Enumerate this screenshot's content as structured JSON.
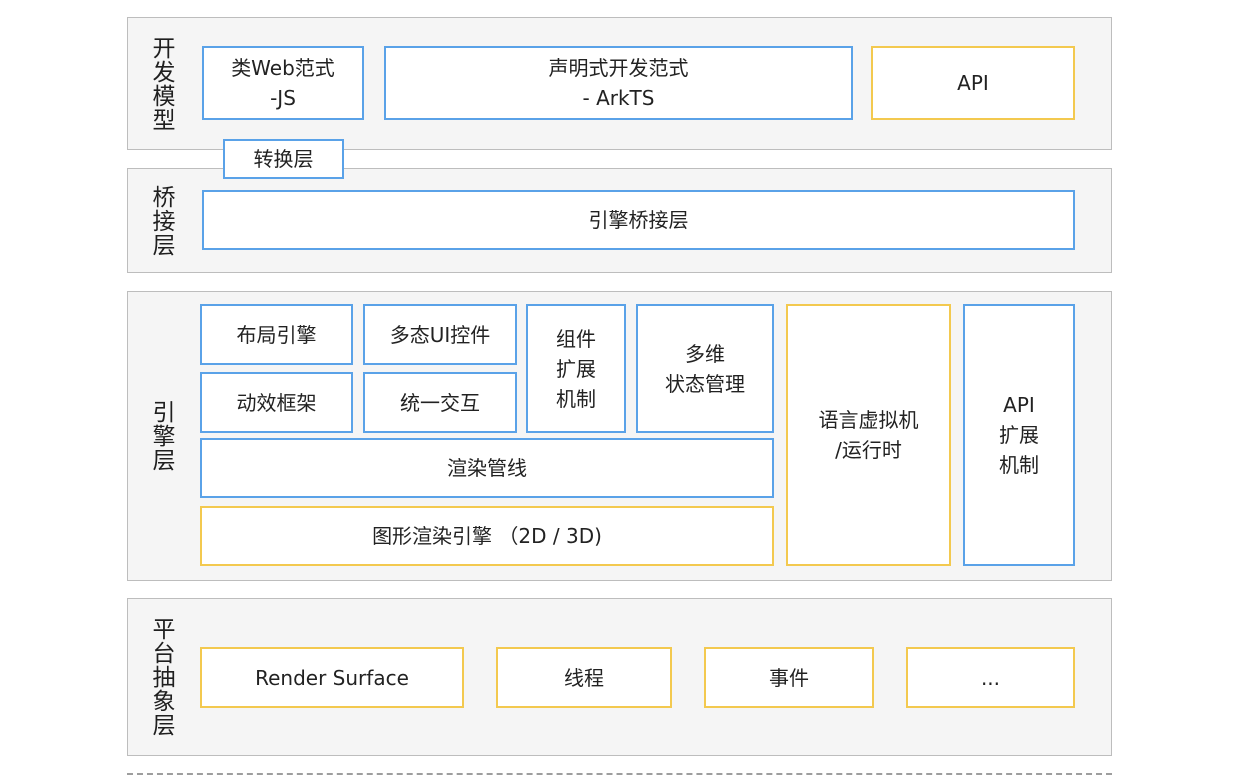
{
  "colors": {
    "blue_border": "#5aa2e8",
    "yellow_border": "#f3c94f",
    "layer_bg": "#f5f5f5",
    "layer_border": "#bdbdbd"
  },
  "layers": {
    "dev_model": {
      "label": "开发模型",
      "web_js": "类Web范式\n-JS",
      "arkts": "声明式开发范式\n- ArkTS",
      "api": "API"
    },
    "converter": "转换层",
    "bridge": {
      "label": "桥接层",
      "engine_bridge": "引擎桥接层"
    },
    "engine": {
      "label": "引擎层",
      "layout_engine": "布局引擎",
      "polymorphic_ui": "多态UI控件",
      "component_ext": "组件\n扩展\n机制",
      "state_mgmt": "多维\n状态管理",
      "animation": "动效框架",
      "interaction": "统一交互",
      "render_pipeline": "渲染管线",
      "graphics_engine": "图形渲染引擎 （2D / 3D)",
      "vm_runtime": "语言虚拟机\n/运行时",
      "api_ext": "API\n扩展\n机制"
    },
    "platform": {
      "label": "平台抽象层",
      "render_surface": "Render Surface",
      "thread": "线程",
      "event": "事件",
      "more": "..."
    }
  }
}
